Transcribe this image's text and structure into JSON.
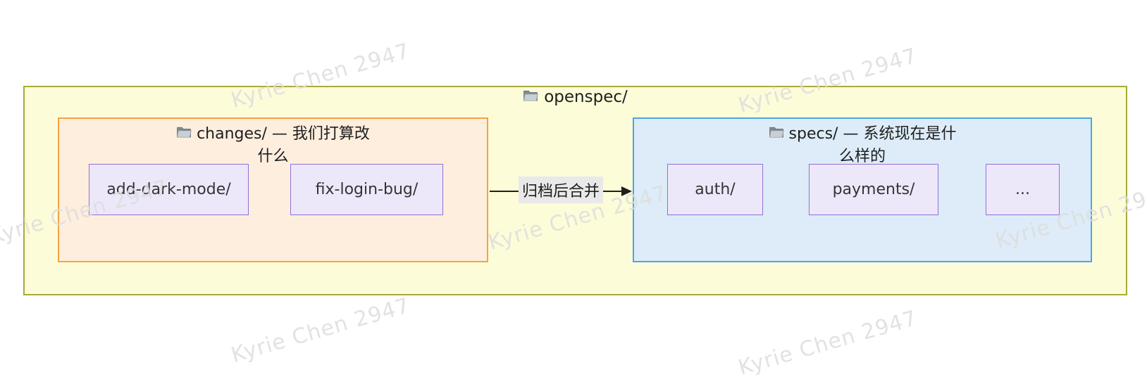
{
  "colors": {
    "outer_fill": "#fcfcd9",
    "outer_border": "#a9ab39",
    "changes_fill": "#fdeede",
    "changes_border": "#f6a241",
    "specs_fill": "#ddecf8",
    "specs_border": "#4ba5e7",
    "item_fill": "#ece8fa",
    "item_border": "#9170d4",
    "arrow_color": "#1e1e1e",
    "arrow_label_bg": "#e9e9e9",
    "watermark_color": "#dddddd"
  },
  "watermark": {
    "text": "Kyrie Chen 2947"
  },
  "diagram": {
    "root_folder": {
      "icon": "folder-icon",
      "title": "openspec/"
    },
    "changes_folder": {
      "icon": "folder-icon",
      "header_line1": "changes/ — 我们打算改",
      "header_line2": "什么",
      "items": [
        "add-dark-mode/",
        "fix-login-bug/"
      ]
    },
    "specs_folder": {
      "icon": "folder-icon",
      "header_line1": "specs/ — 系统现在是什",
      "header_line2": "么样的",
      "items": [
        "auth/",
        "payments/",
        "..."
      ]
    },
    "arrow": {
      "label": "归档后合并"
    }
  }
}
